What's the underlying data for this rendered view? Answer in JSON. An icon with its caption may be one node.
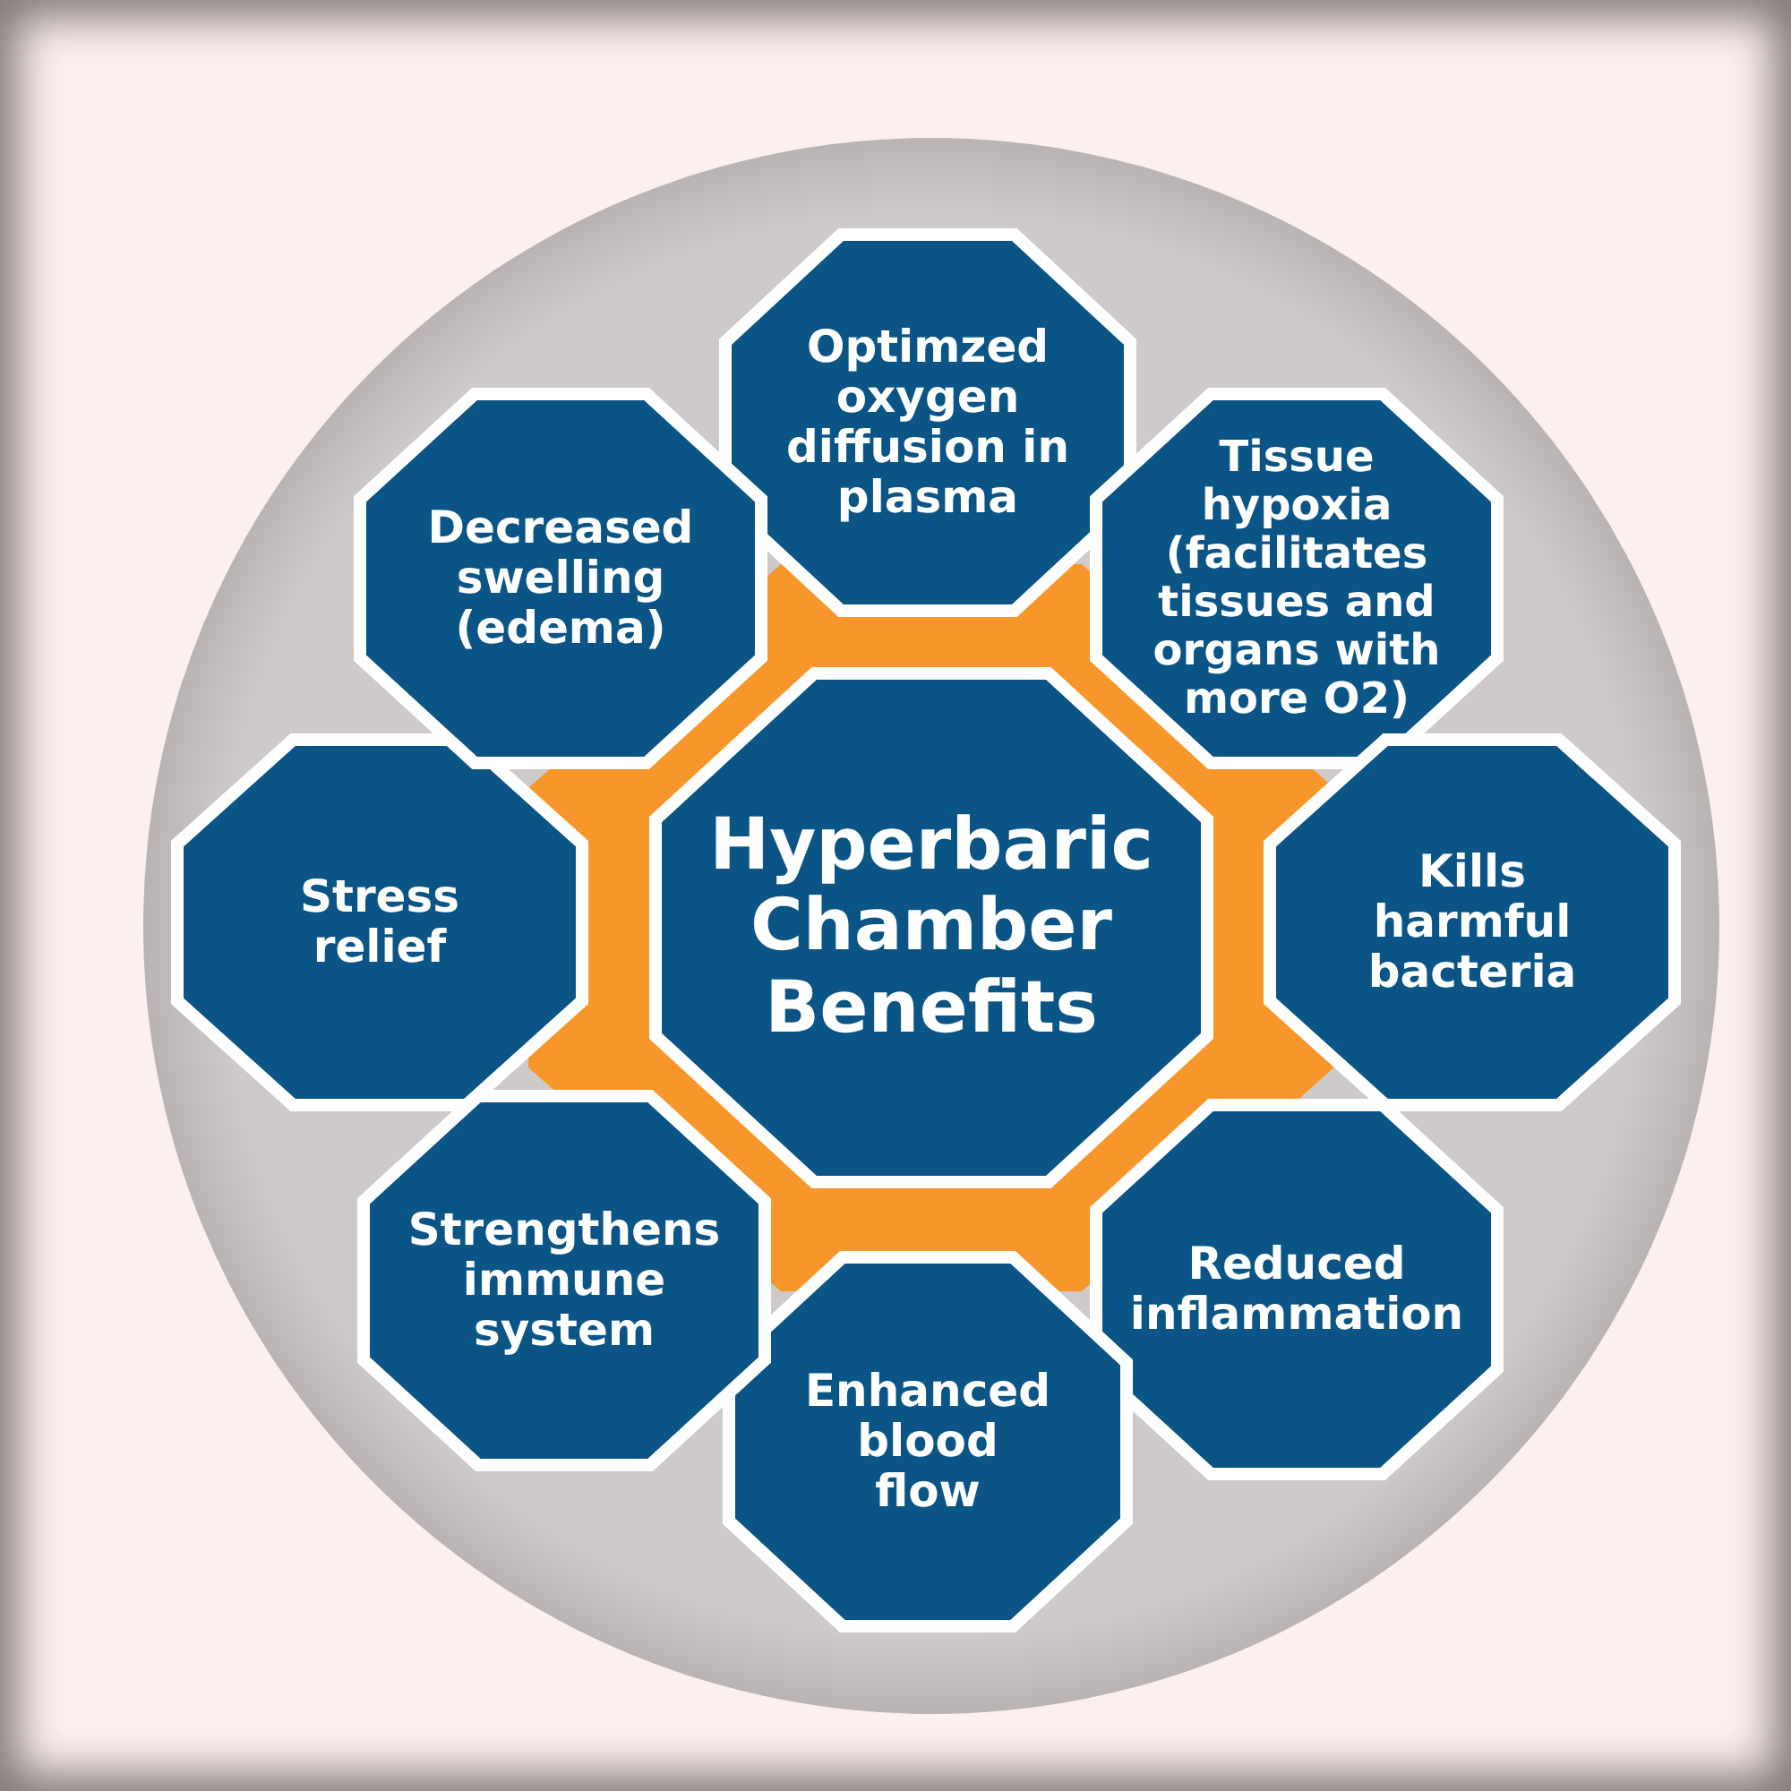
{
  "diagram": {
    "nodes": [
      {
        "text": [
          "Hyperbaric Chamber Benefits"
        ]
      },
      {
        "text": [
          "Optimzed oxygen diffusion in plasma"
        ]
      },
      {
        "text": [
          "Tissue hypoxia (facilitates tissues and organs with more O2)"
        ]
      },
      {
        "text": [
          "Kills harmful bacteria"
        ]
      },
      {
        "text": [
          "Reduced inflammation"
        ]
      },
      {
        "text": [
          "Enhanced blood flow"
        ]
      },
      {
        "text": [
          "Strengthens immune system"
        ]
      },
      {
        "text": [
          "Stress relief"
        ]
      },
      {
        "text": [
          "Decreased swelling (edema)"
        ]
      }
    ]
  }
}
